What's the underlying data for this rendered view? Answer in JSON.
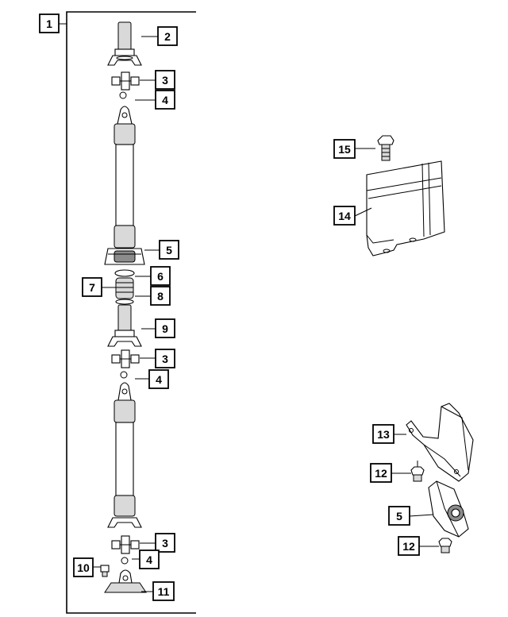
{
  "callouts": {
    "c1": "1",
    "c2": "2",
    "c3a": "3",
    "c4a": "4",
    "c5a": "5",
    "c6": "6",
    "c7": "7",
    "c8": "8",
    "c9": "9",
    "c3b": "3",
    "c4b": "4",
    "c3c": "3",
    "c4c": "4",
    "c10": "10",
    "c11": "11",
    "c15": "15",
    "c14": "14",
    "c13": "13",
    "c12a": "12",
    "c5b": "5",
    "c12b": "12"
  }
}
